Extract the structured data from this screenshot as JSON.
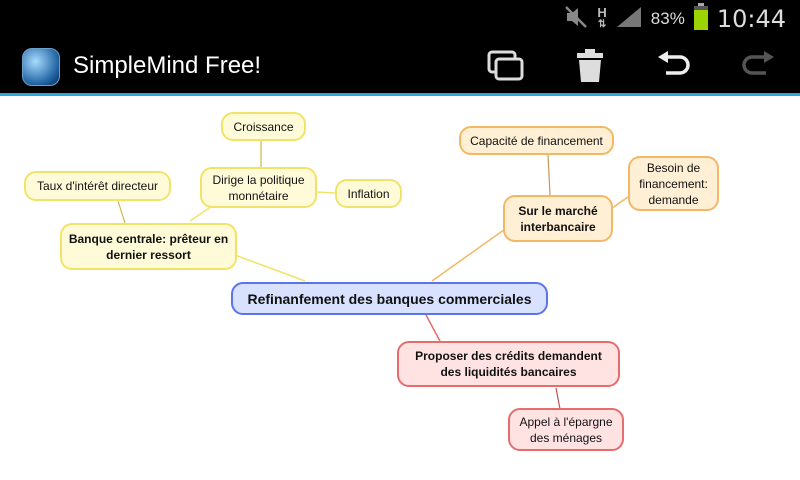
{
  "statusbar": {
    "battery": "83%",
    "time": "10:44",
    "signal_label": "H"
  },
  "app": {
    "title": "SimpleMind Free!"
  },
  "actions": [
    "windows-icon",
    "trash-icon",
    "undo-icon",
    "redo-icon"
  ],
  "mindmap": {
    "central": "Refinanfement des banques commerciales",
    "yellow_root": "Banque centrale: prêteur en dernier ressort",
    "yellow_policy": "Dirige la politique monnétaire",
    "yellow_growth": "Croissance",
    "yellow_inflation": "Inflation",
    "yellow_rate": "Taux d'intérêt directeur",
    "orange_root": "Sur le marché interbancaire",
    "orange_capacity": "Capacité de financement",
    "orange_need": "Besoin de financement: demande",
    "red_root": "Proposer des crédits demandent des liquidités bancaires",
    "red_savings": "Appel à l'épargne des ménages"
  },
  "colors": {
    "yellow": "#f1e36a",
    "orange": "#f2b865",
    "red": "#e56d6d",
    "blue": "#5b74e8",
    "accent": "#2aa7dc"
  }
}
